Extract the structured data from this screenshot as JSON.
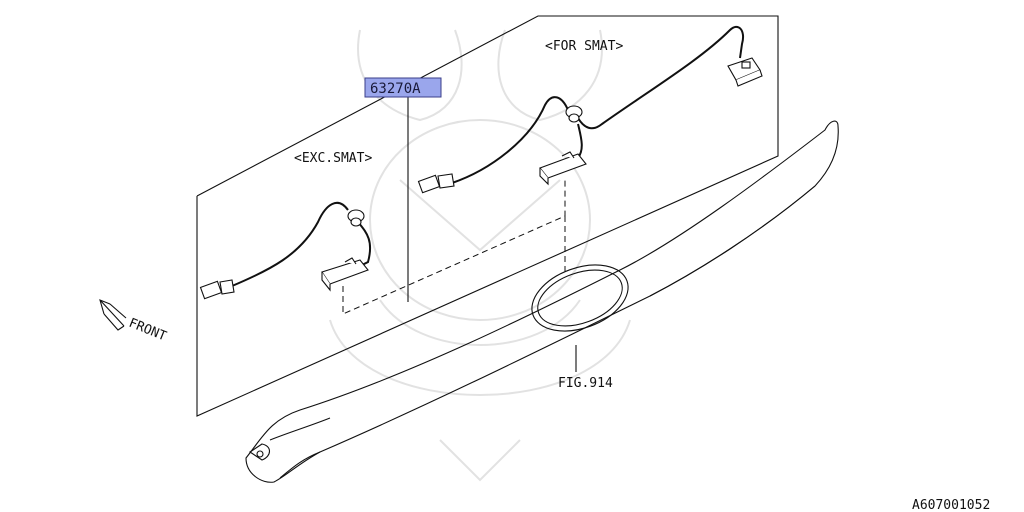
{
  "part_number": "63270A",
  "variant_exc": "<EXC.SMAT>",
  "variant_for": "<FOR SMAT>",
  "front_label": "FRONT",
  "fig_ref": "FIG.914",
  "diagram_id": "A607001052",
  "callout_color": "#9aa6ec"
}
